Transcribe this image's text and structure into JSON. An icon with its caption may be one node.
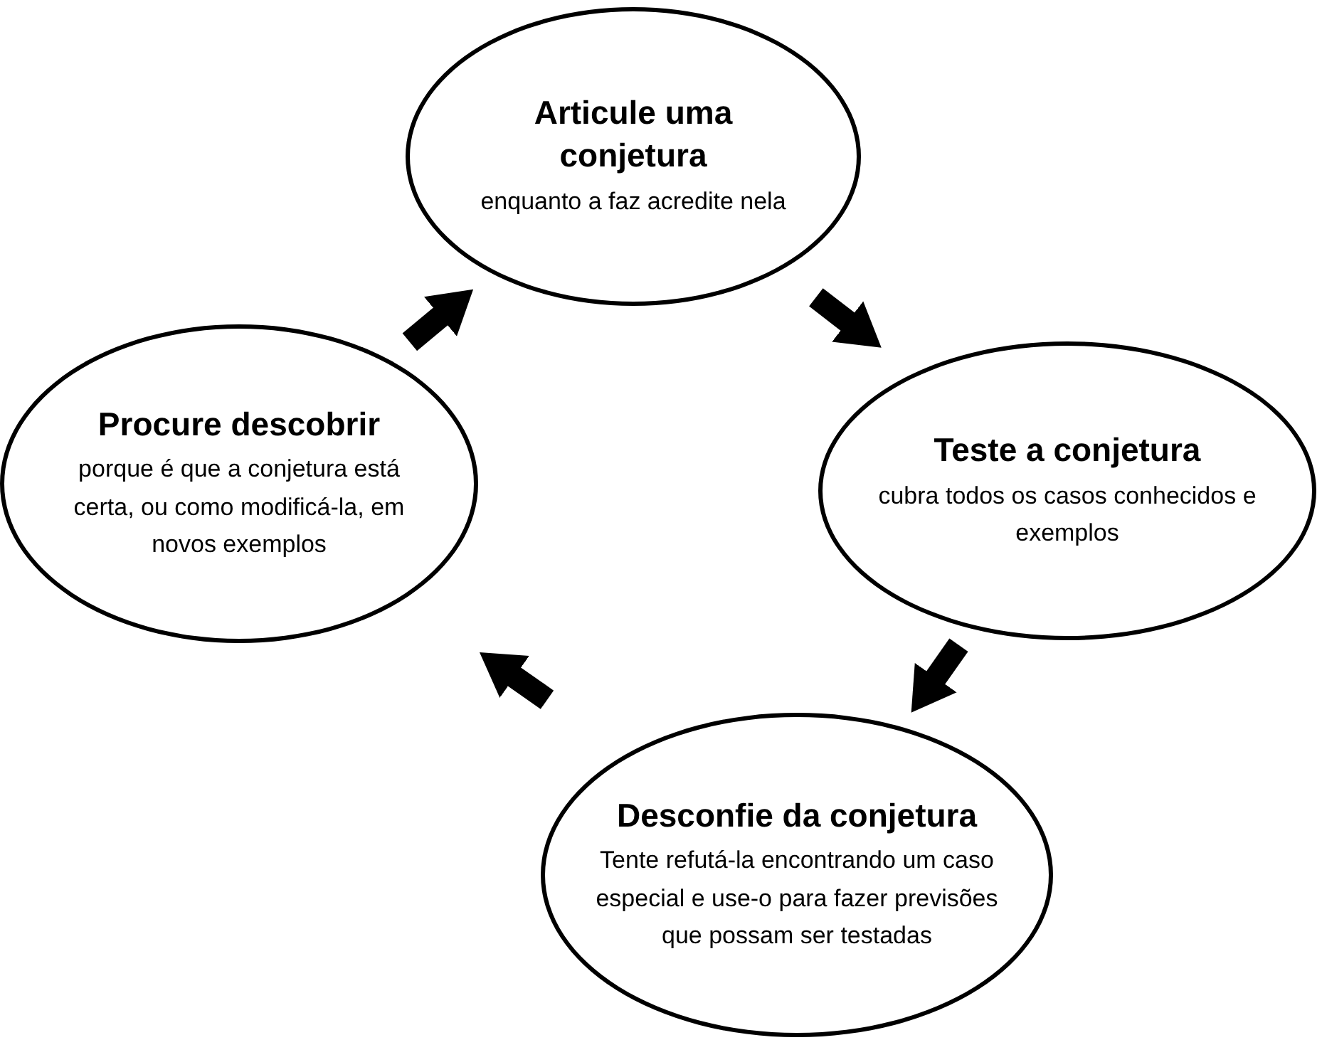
{
  "diagram": {
    "nodes": [
      {
        "text": [
          "Articule  uma conjetura",
          "enquanto a faz acredite nela"
        ]
      },
      {
        "text": [
          "Procure descobrir",
          "porque é que a conjetura está certa, ou como modificá-la, em novos exemplos"
        ]
      },
      {
        "text": [
          "Teste a  conjetura",
          "cubra todos os casos conhecidos e exemplos"
        ]
      },
      {
        "text": [
          "Desconfie da conjetura",
          "Tente refutá-la encontrando um caso especial e use-o para fazer previsões que possam ser testadas"
        ]
      }
    ],
    "edges": [
      {
        "from": 0,
        "to": 2,
        "arrow": "to"
      },
      {
        "from": 2,
        "to": 3,
        "arrow": "to"
      },
      {
        "from": 3,
        "to": 1,
        "arrow": "to"
      },
      {
        "from": 1,
        "to": 0,
        "arrow": "to"
      }
    ]
  }
}
